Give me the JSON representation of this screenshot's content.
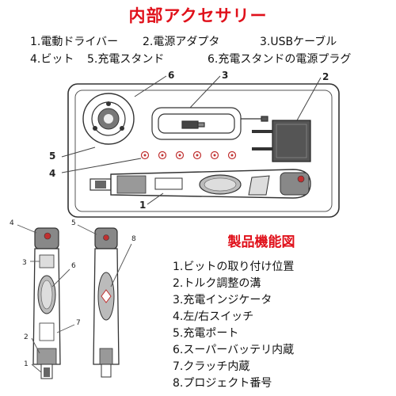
{
  "header": {
    "title": "内部アクセサリー"
  },
  "accessories": [
    "1.電動ドライバー",
    "2.電源アダプタ",
    "3.USBケーブル",
    "4.ビット",
    "5.充電スタンド",
    "6.充電スタンドの電源プラグ"
  ],
  "case_callouts": [
    "6",
    "3",
    "2",
    "5",
    "4",
    "1"
  ],
  "features": {
    "title": "製品機能図",
    "items": [
      "1.ビットの取り付け位置",
      "2.トルク調整の溝",
      "3.充電インジケータ",
      "4.左/右スイッチ",
      "5.充電ポート",
      "6.スーパーバッテリ内蔵",
      "7.クラッチ内蔵",
      "8.プロジェクト番号"
    ]
  },
  "side_callouts": [
    "4",
    "3",
    "6",
    "2",
    "7",
    "1",
    "5",
    "8"
  ]
}
